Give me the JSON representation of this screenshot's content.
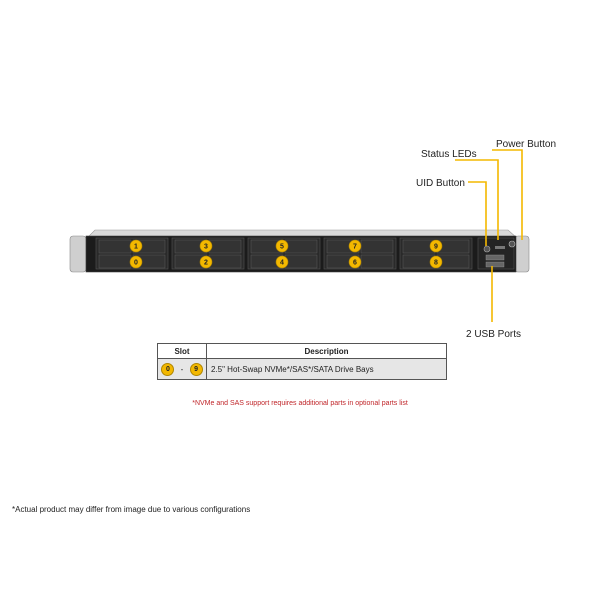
{
  "callouts": {
    "power_button": "Power Button",
    "status_leds": "Status LEDs",
    "uid_button": "UID Button",
    "usb_ports": "2 USB Ports"
  },
  "chassis": {
    "top_row_slots": [
      "1",
      "3",
      "5",
      "7",
      "9"
    ],
    "bottom_row_slots": [
      "0",
      "2",
      "4",
      "6",
      "8"
    ],
    "accent_color": "#f3b800"
  },
  "table": {
    "headers": {
      "slot": "Slot",
      "description": "Description"
    },
    "rows": [
      {
        "slot_from": "0",
        "dash": "-",
        "slot_to": "9",
        "description": "2.5\" Hot-Swap NVMe*/SAS*/SATA Drive Bays"
      }
    ]
  },
  "footnote": "*NVMe and SAS support requires additional parts in optional parts list",
  "disclaimer": "*Actual product may differ from image due to various configurations"
}
